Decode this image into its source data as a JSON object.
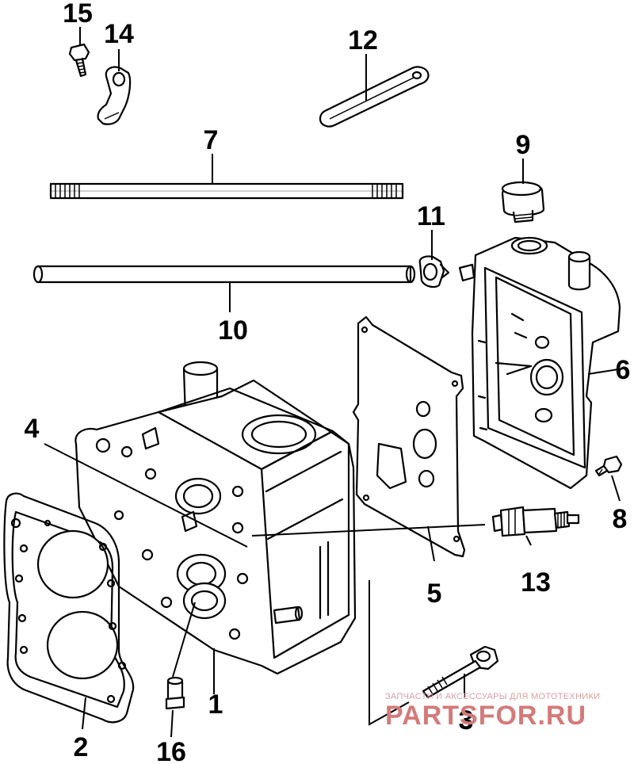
{
  "labels": {
    "p1": "1",
    "p2": "2",
    "p3": "3",
    "p4": "4",
    "p5": "5",
    "p6": "6",
    "p7": "7",
    "p8": "8",
    "p9": "9",
    "p10": "10",
    "p11": "11",
    "p12": "12",
    "p13": "13",
    "p14": "14",
    "p15": "15",
    "p16": "16"
  },
  "watermark": {
    "caption": "ЗАПЧАСТИ И АКСЕССУАРЫ ДЛЯ МОТОТЕХНИКИ",
    "brand": "PARTSFOR.RU"
  },
  "colors": {
    "line": "#000000",
    "background": "#ffffff",
    "watermark": "#d47a7a"
  }
}
